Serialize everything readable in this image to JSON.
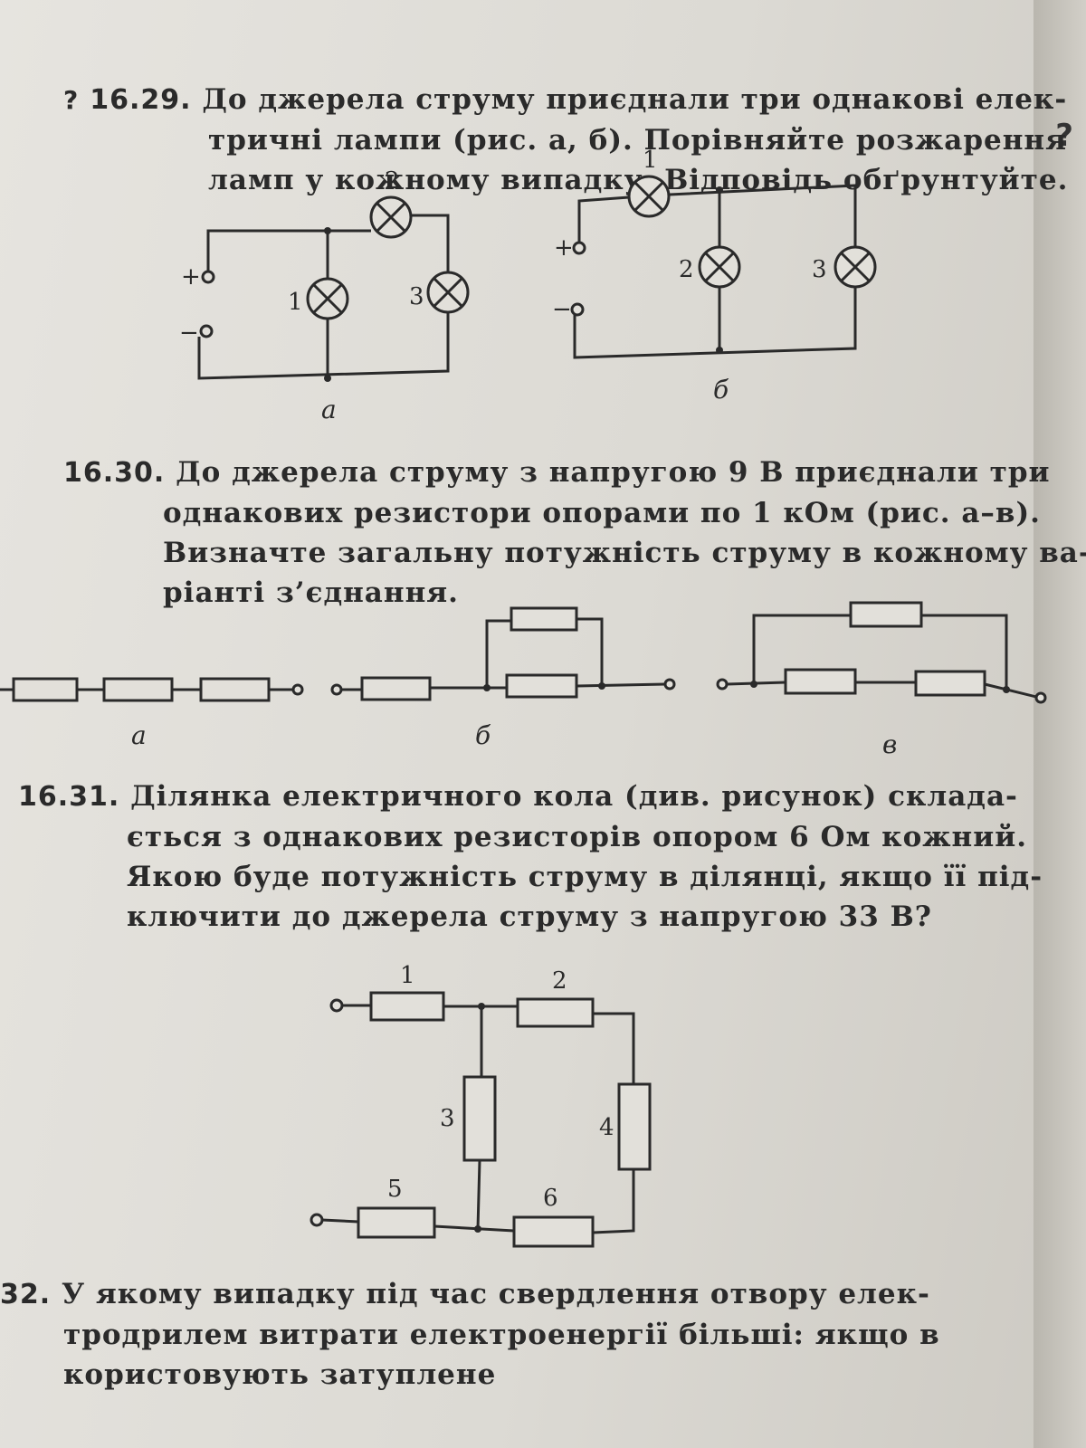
{
  "p1629": {
    "mark": "?",
    "number": "16.29.",
    "lines": [
      "До джерела струму приєднали три однакові елек-",
      "тричні лампи (рис. а, б). Порівняйте розжарення",
      "ламп у кожному випадку. Відповідь обґрунтуйте."
    ],
    "fig_a": {
      "caption": "а",
      "plus": "+",
      "minus": "−",
      "lamp1": "1",
      "lamp2": "2",
      "lamp3": "3"
    },
    "fig_b": {
      "caption": "б",
      "plus": "+",
      "minus": "−",
      "lamp1": "1",
      "lamp2": "2",
      "lamp3": "3"
    }
  },
  "p1630": {
    "number": "16.30.",
    "lines": [
      "До джерела струму з напругою 9 В приєднали три",
      "однакових резистори опорами по 1 кОм (рис. а–в).",
      "Визначте загальну потужність струму в кожному ва-",
      "ріанті з’єднання."
    ],
    "captions": {
      "a": "а",
      "b": "б",
      "c": "в"
    }
  },
  "p1631": {
    "number": "16.31.",
    "lines": [
      "Ділянка електричного кола (див. рисунок) склада-",
      "ється з однакових резисторів опором 6 Ом кожний.",
      "Якою буде потужність струму в ділянці, якщо її під-",
      "ключити до джерела струму з напругою 33 В?"
    ],
    "resistors": {
      "r1": "1",
      "r2": "2",
      "r3": "3",
      "r4": "4",
      "r5": "5",
      "r6": "6"
    }
  },
  "p1632": {
    "number": "32.",
    "lines": [
      "У якому випадку під час свердлення отвору елек-",
      "тродрилем витрати електроенергії більші: якщо в",
      "користовують затуплене"
    ]
  },
  "edge_mark": "?"
}
